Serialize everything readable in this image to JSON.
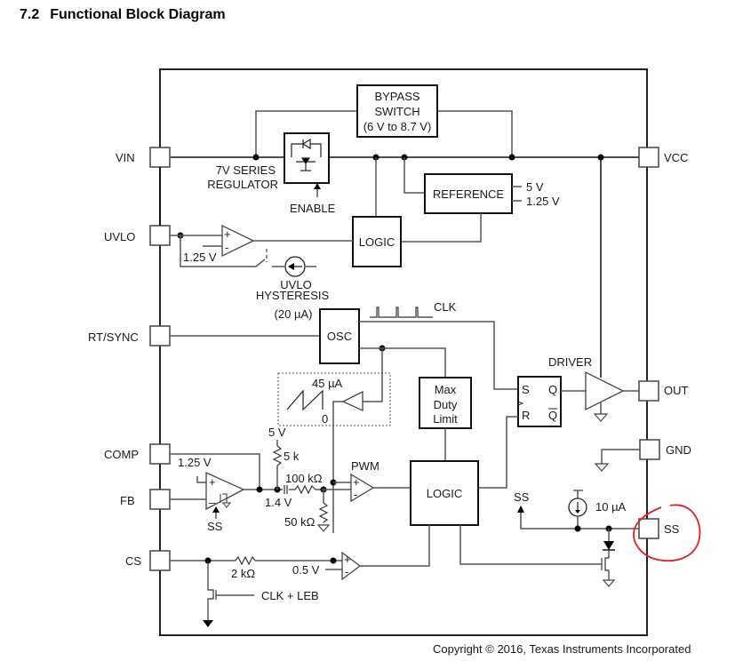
{
  "heading": {
    "number": "7.2",
    "text": "Functional Block Diagram"
  },
  "pins": {
    "left": [
      "VIN",
      "UVLO",
      "RT/SYNC",
      "COMP",
      "FB",
      "CS"
    ],
    "right": [
      "VCC",
      "OUT",
      "GND",
      "SS"
    ]
  },
  "blocks": {
    "bypass": [
      "BYPASS",
      "SWITCH",
      "(6 V to 8.7 V)"
    ],
    "reference": "REFERENCE",
    "logic_top": "LOGIC",
    "osc": "OSC",
    "max_duty": [
      "Max",
      "Duty",
      "Limit"
    ],
    "logic_main": "LOGIC",
    "flipflop": {
      "s": "S",
      "r": "R",
      "q": "Q",
      "qbar": "Q"
    }
  },
  "labels": {
    "series_regulator": [
      "7V SERIES",
      "REGULATOR"
    ],
    "enable": "ENABLE",
    "ref_5v": "5 V",
    "ref_125v": "1.25 V",
    "uvlo_ref": "1.25 V",
    "uvlo_hyst": [
      "UVLO",
      "HYSTERESIS",
      "(20 µA)"
    ],
    "clk": "CLK",
    "ramp_max": "45 µA",
    "ramp_min": "0",
    "driver": "DRIVER",
    "five_v": "5 V",
    "five_k": "5 k",
    "ea_ref": "1.25 V",
    "ss_ea": "SS",
    "r100k": "100 kΩ",
    "v14": "1.4 V",
    "r50k": "50 kΩ",
    "pwm": "PWM",
    "ss_arrow": "SS",
    "ss_current": "10 µA",
    "r2k": "2 kΩ",
    "cs_ref": "0.5 V",
    "clk_leb": "CLK + LEB"
  },
  "annotation": {
    "type": "hand-drawn circle",
    "target": "SS",
    "color": "#e02020"
  },
  "copyright": "Copyright © 2016, Texas Instruments Incorporated"
}
